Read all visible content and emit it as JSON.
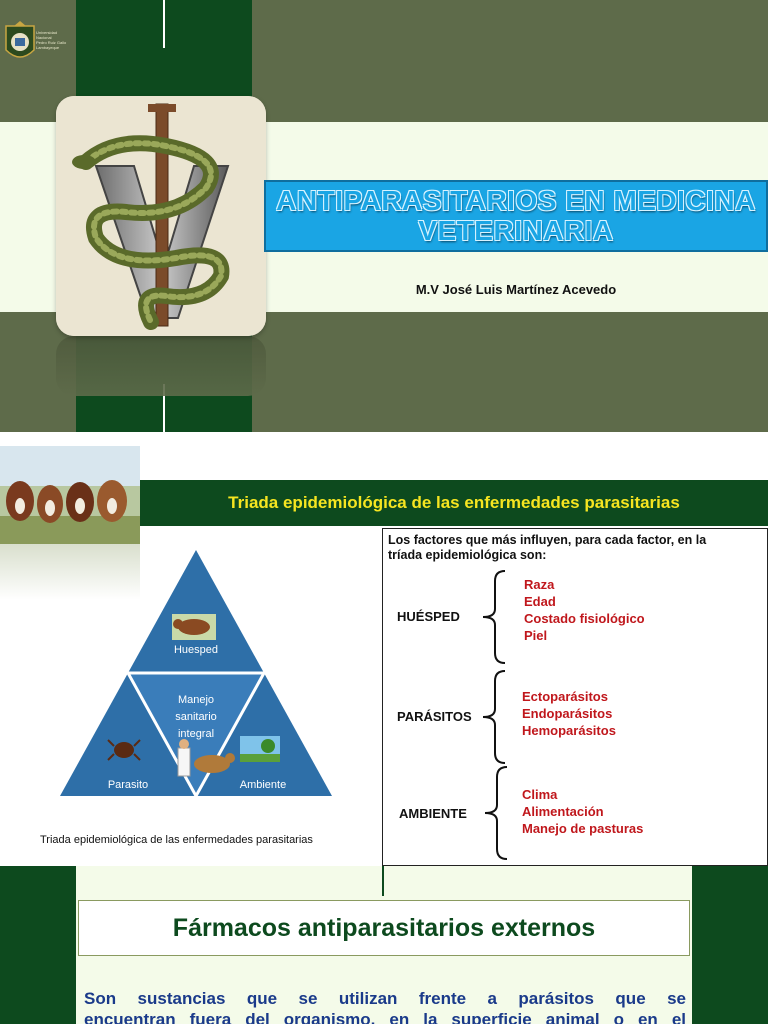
{
  "slide1": {
    "title_line1": "ANTIPARASITARIOS EN MEDICINA",
    "title_line2": "VETERINARIA",
    "author": "M.V José Luis Martínez Acevedo",
    "university_logo_text": [
      "Universidad",
      "Nacional",
      "Pedro Ruiz Gallo",
      "Lambayeque"
    ],
    "logo_icon": "caduceus-snake-v-icon"
  },
  "slide2": {
    "header": "Triada epidemiológica de las enfermedades parasitarias",
    "triangle": {
      "top": "Huesped",
      "center_line1": "Manejo",
      "center_line2": "sanitario",
      "center_line3": "integral",
      "left": "Parasito",
      "right": "Ambiente"
    },
    "triangle_caption": "Triada epidemiológica de las enfermedades parasitarias",
    "factors_intro_line1": "Los factores que más influyen, para cada factor, en la",
    "factors_intro_line2": "tríada epidemiológica son:",
    "factors": [
      {
        "label": "HUÉSPED",
        "items": [
          "Raza",
          "Edad",
          "Costado fisiológico",
          "Piel"
        ]
      },
      {
        "label": "PARÁSITOS",
        "items": [
          "Ectoparásitos",
          "Endoparásitos",
          "Hemoparásitos"
        ]
      },
      {
        "label": "AMBIENTE",
        "items": [
          "Clima",
          "Alimentación",
          "Manejo de pasturas"
        ]
      }
    ],
    "colors": {
      "header_bg": "#0d4a1e",
      "header_text": "#f6e520",
      "triangle": "#2e6fa8",
      "factor_items": "#c0171c"
    }
  },
  "slide3": {
    "title": "Fármacos antiparasitarios externos",
    "body_line1": "Son sustancias que se utilizan frente a parásitos que se",
    "body_line2": "encuentran fuera del organismo, en la superficie animal o en el"
  }
}
